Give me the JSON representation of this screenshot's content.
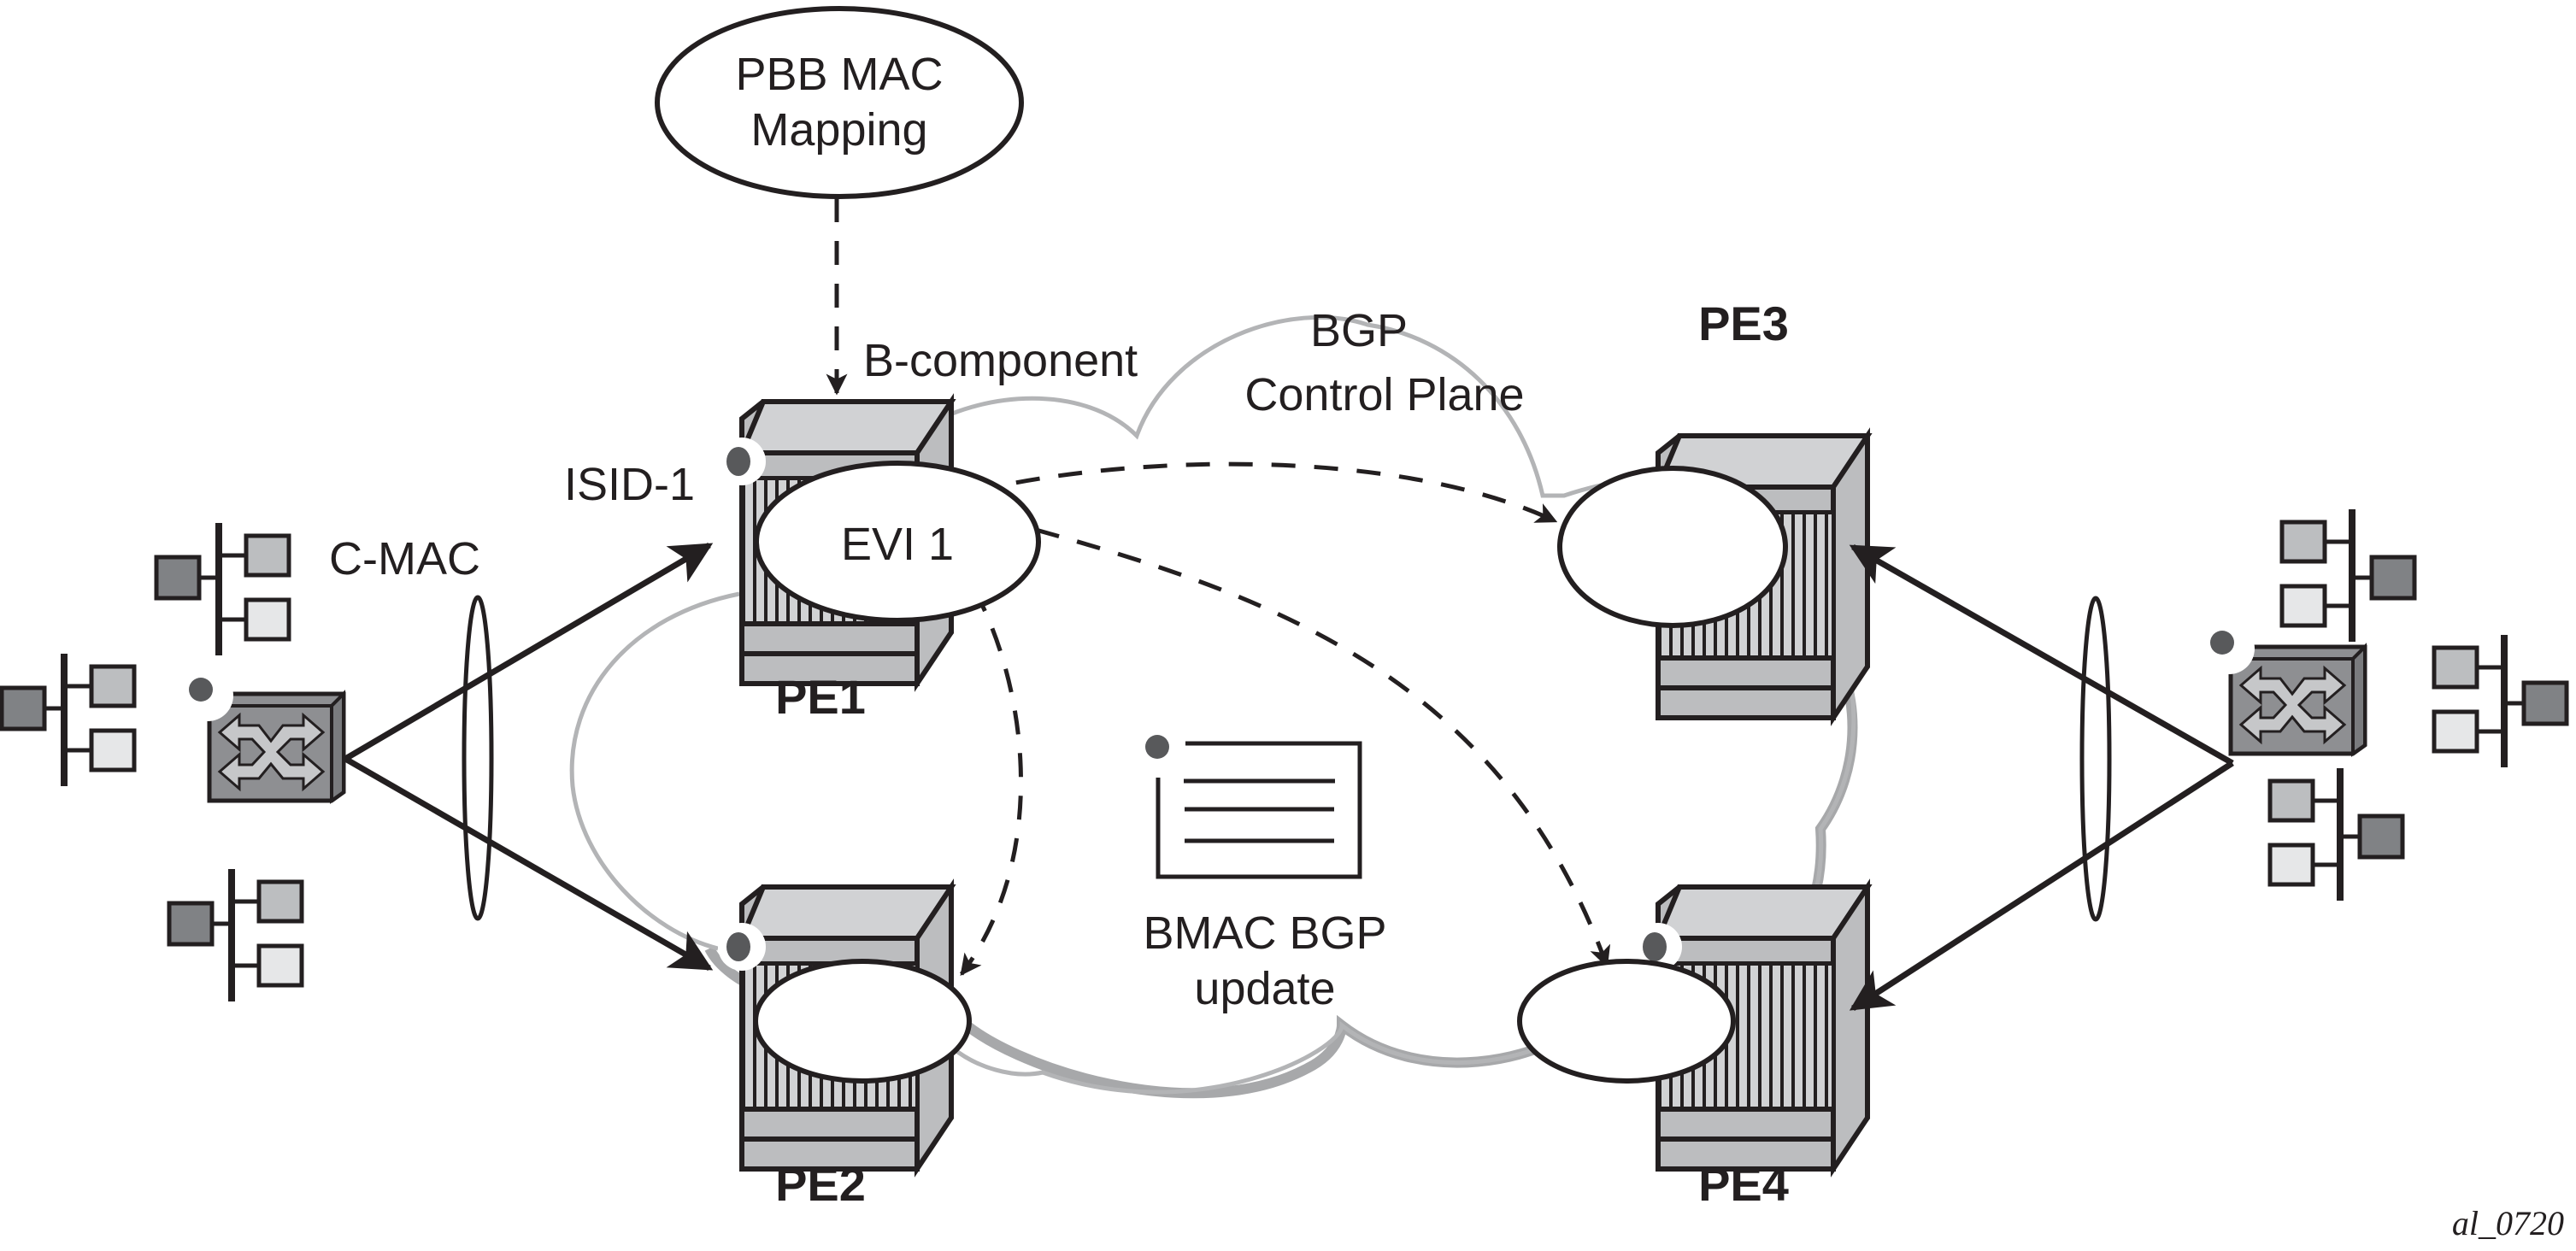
{
  "figure_id": "al_0720",
  "nodes": {
    "pbb_mac_mapping": {
      "line1": "PBB  MAC",
      "line2": "Mapping"
    },
    "b_component": "B-component",
    "bgp_control_plane": {
      "line1": "BGP",
      "line2": "Control Plane"
    },
    "isid": "ISID-1",
    "evi": "EVI 1",
    "c_mac": "C-MAC",
    "bmac_update": {
      "line1": "BMAC BGP",
      "line2": "update"
    },
    "pe1": "PE1",
    "pe2": "PE2",
    "pe3": "PE3",
    "pe4": "PE4"
  },
  "colors": {
    "stroke": "#231f20",
    "cloud": "#b3b4b6",
    "device_light": "#d1d2d4",
    "device_mid": "#bcbdbf",
    "device_dark": "#818285",
    "host_light": "#e6e7e8",
    "host_mid": "#bcbec0",
    "host_dark": "#808285",
    "switch_face": "#8e8f92",
    "dot": "#58595b"
  }
}
